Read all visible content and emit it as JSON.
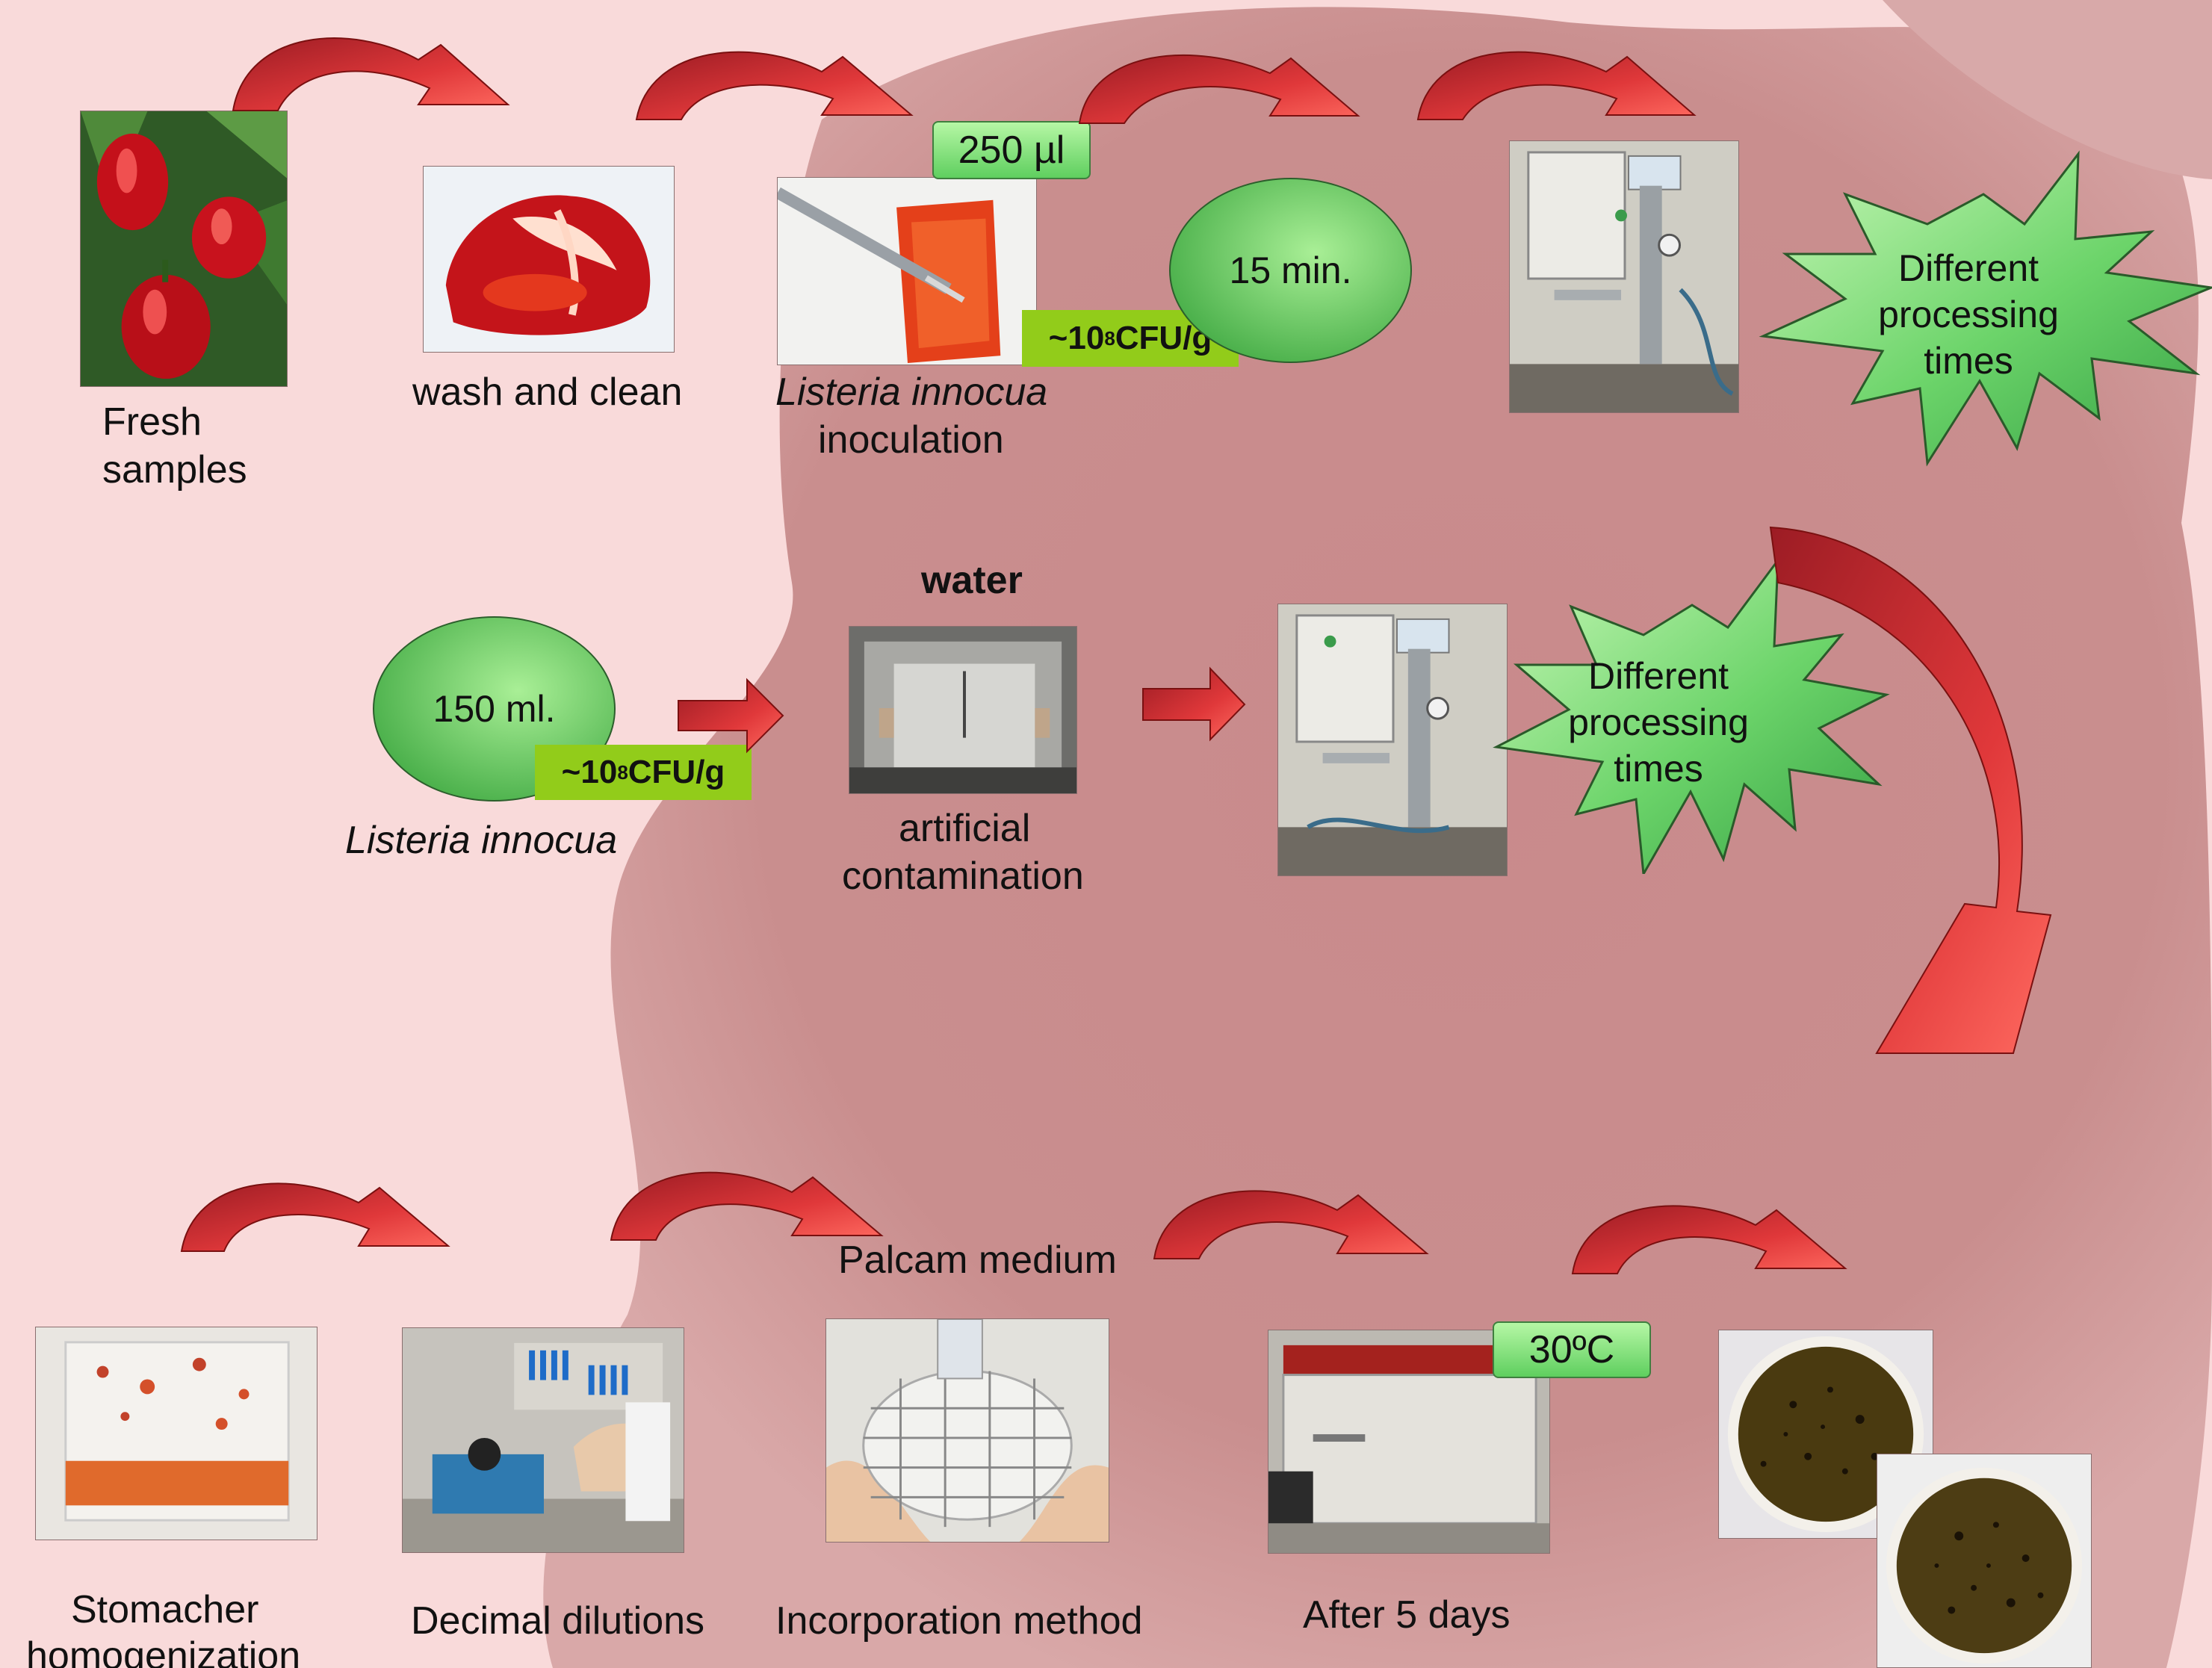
{
  "row1": {
    "fresh_label": [
      "Fresh",
      "samples"
    ],
    "wash_label": "wash and clean",
    "inoculation_label_italic": "Listeria innocua",
    "inoculation_label": "inoculation",
    "volume_tag": "250 µl",
    "cfu_prefix": "~10",
    "cfu_exp": "8",
    "cfu_suffix": " CFU/g",
    "time_ellipse": "15 min.",
    "starburst_text": [
      "Different",
      "processing",
      "times"
    ]
  },
  "row2": {
    "volume_ellipse": "150 ml.",
    "cfu_prefix": "~10",
    "cfu_exp": "8",
    "cfu_suffix": " CFU/g",
    "organism_label": "Listeria innocua",
    "water_label": "water",
    "contamination_label": [
      "artificial",
      "contamination"
    ],
    "starburst_text": [
      "Different",
      "processing",
      "times"
    ]
  },
  "row3": {
    "stomacher_label": [
      "Stomacher",
      "homogenization"
    ],
    "dilutions_label": "Decimal dilutions",
    "medium_label": "Palcam medium",
    "incorporation_label": "Incorporation method",
    "incubation_label": "After 5 days",
    "temperature_tag": "30ºC"
  },
  "colors": {
    "background": "#f9dada",
    "blob": "#c98e8e",
    "arrow": "#e23a3a",
    "tag_green": "#7ee27a",
    "cfu_green": "#92cc1a"
  }
}
